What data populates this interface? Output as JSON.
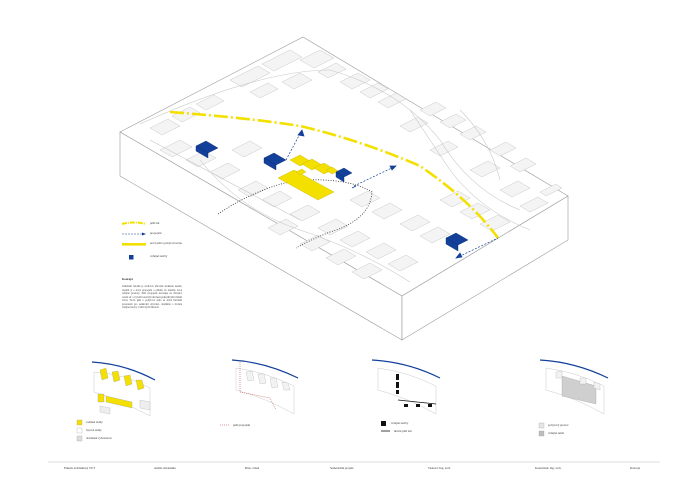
{
  "colors": {
    "accent_yellow": "#f4e000",
    "accent_blue": "#12409a",
    "line_gray": "#bbbbbb"
  },
  "legend": {
    "items": [
      {
        "label": "pěší tah"
      },
      {
        "label": "propojení"
      },
      {
        "label": "nová pěší a pobytová zóna"
      },
      {
        "label": "veřejné stavby"
      }
    ]
  },
  "description": {
    "heading": "Koncept",
    "text": "Záměrem návrhu je zachovat původní strukturu území, doplnit ji o nové propojení a přinést do lokality nové veřejné prostory. Pěší propojení navazuje na stávající cestní síť a vytváří souvislý tah mezi jednotlivými částmi čtvrti. Nová pěší a pobytová zóna se stává hlavním prostorem pro setkávání obyvatel, doplněná o drobné veřejné stavby v klíčových místech."
  },
  "diagrams": [
    {
      "legend": [
        {
          "label": "rodinné domy"
        },
        {
          "label": "bytové domy"
        },
        {
          "label": "občanská vybavenost"
        }
      ]
    },
    {
      "legend": [
        {
          "label": "pěší propojení"
        }
      ]
    },
    {
      "legend": [
        {
          "label": "veřejné stavby"
        },
        {
          "label": "hlavní pěší tah"
        }
      ]
    },
    {
      "legend": [
        {
          "label": "pobytový prostor"
        },
        {
          "label": "veřejná zeleň"
        }
      ]
    }
  ],
  "footer": [
    {
      "text": "Fakulta architektury VUT"
    },
    {
      "text": "Ateliér urbanismu"
    },
    {
      "text": "Brno, Líšeň"
    },
    {
      "text": "Semestrální projekt"
    },
    {
      "text": "Vedoucí: Ing. arch."
    },
    {
      "text": "Konzultant: Ing. arch."
    },
    {
      "text": "Koncept"
    }
  ]
}
